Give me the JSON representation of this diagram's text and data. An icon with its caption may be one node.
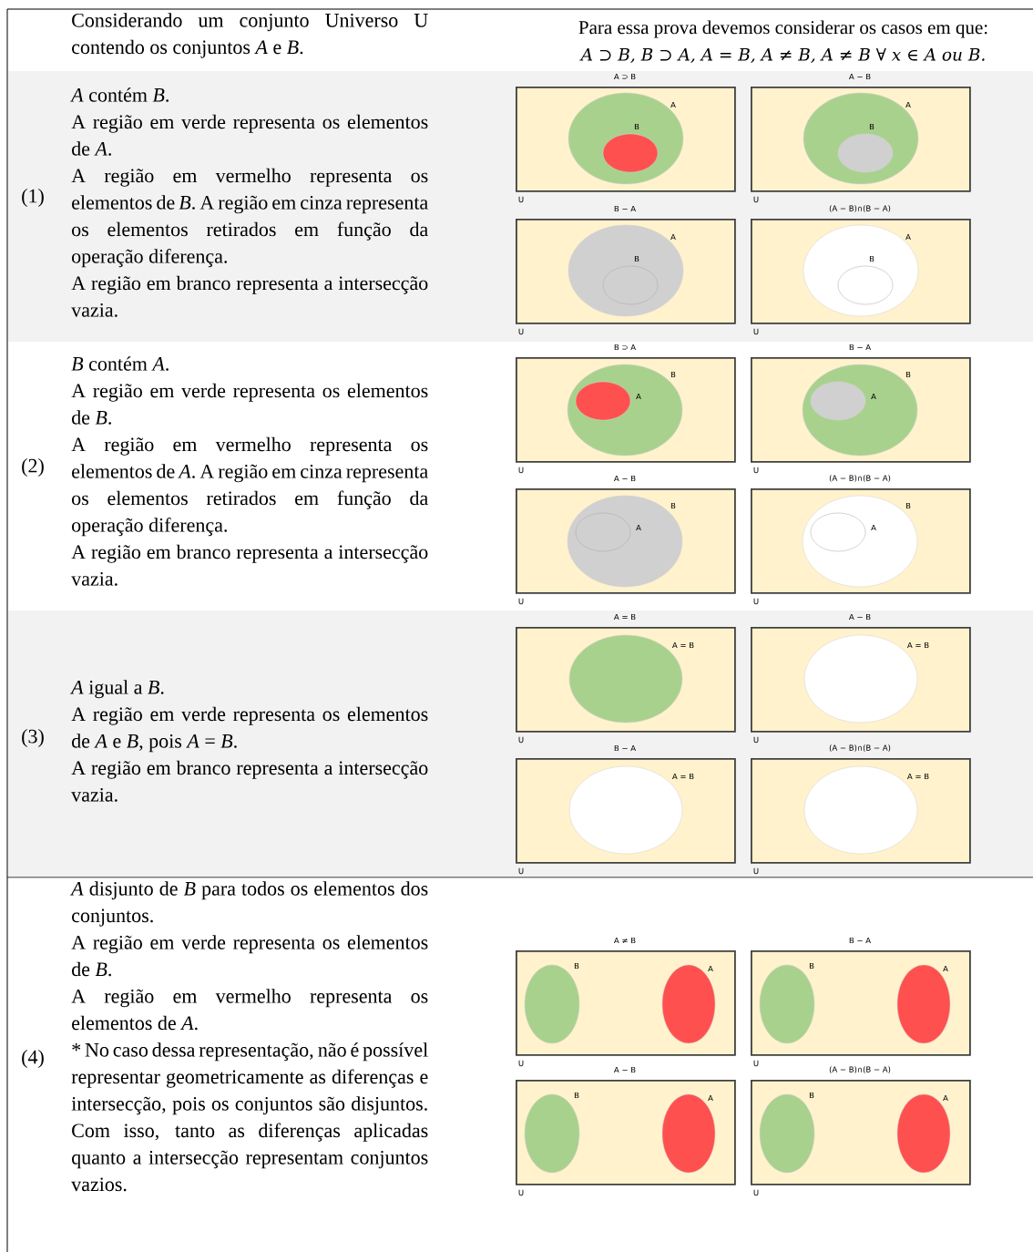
{
  "diagram": {
    "nodes": [
      {
        "text": [
          "A ⊃ B",
          "U"
        ]
      },
      {
        "text": [
          "A"
        ],
        "in": 0
      },
      {
        "text": [
          "B"
        ],
        "in": 1
      },
      {
        "text": [
          "A − B",
          "U"
        ]
      },
      {
        "text": [
          "A"
        ],
        "in": 3
      },
      {
        "text": [
          "B"
        ],
        "in": 4
      },
      {
        "text": [
          "B − A",
          "U"
        ]
      },
      {
        "text": [
          "A"
        ],
        "in": 6
      },
      {
        "text": [
          "B"
        ],
        "in": 7
      },
      {
        "text": [
          "(A − B)∩(B − A)",
          "U"
        ]
      },
      {
        "text": [
          "A"
        ],
        "in": 9
      },
      {
        "text": [
          "B"
        ],
        "in": 10
      },
      {
        "text": [
          "B ⊃ A",
          "U"
        ]
      },
      {
        "text": [
          "B"
        ],
        "in": 12
      },
      {
        "text": [
          "A"
        ],
        "in": 13
      },
      {
        "text": [
          "B − A",
          "U"
        ]
      },
      {
        "text": [
          "B"
        ],
        "in": 15
      },
      {
        "text": [
          "A"
        ],
        "in": 16
      },
      {
        "text": [
          "A − B",
          "U"
        ]
      },
      {
        "text": [
          "B"
        ],
        "in": 18
      },
      {
        "text": [
          "A"
        ],
        "in": 19
      },
      {
        "text": [
          "(A − B)∩(B − A)",
          "U"
        ]
      },
      {
        "text": [
          "B"
        ],
        "in": 21
      },
      {
        "text": [
          "A"
        ],
        "in": 22
      },
      {
        "text": [
          "A = B",
          "U"
        ]
      },
      {
        "text": [
          "A = B"
        ],
        "in": 24
      },
      {
        "text": [
          "A − B",
          "U"
        ]
      },
      {
        "text": [
          "A = B"
        ],
        "in": 26
      },
      {
        "text": [
          "B − A",
          "U"
        ]
      },
      {
        "text": [
          "A = B"
        ],
        "in": 28
      },
      {
        "text": [
          "(A − B)∩(B − A)",
          "U"
        ]
      },
      {
        "text": [
          "A = B"
        ],
        "in": 30
      },
      {
        "text": [
          "A ≠ B",
          "U"
        ]
      },
      {
        "text": [
          "B"
        ],
        "in": 32
      },
      {
        "text": [
          "A"
        ],
        "in": 32
      },
      {
        "text": [
          "B − A",
          "U"
        ]
      },
      {
        "text": [
          "B"
        ],
        "in": 35
      },
      {
        "text": [
          "A"
        ],
        "in": 35
      },
      {
        "text": [
          "A − B",
          "U"
        ]
      },
      {
        "text": [
          "B"
        ],
        "in": 38
      },
      {
        "text": [
          "A"
        ],
        "in": 38
      },
      {
        "text": [
          "(A − B)∩(B − A)",
          "U"
        ]
      },
      {
        "text": [
          "B"
        ],
        "in": 41
      },
      {
        "text": [
          "A"
        ],
        "in": 41
      }
    ],
    "labels": [
      "Considerando um conjunto Universo U contendo os conjuntos *A* e *B*.",
      "Para essa prova devemos considerar os casos em que:",
      "A ⊃ B, B ⊃ A, A = B, A ≠ B, A ≠ B ∀ x  ∈ A ou B.",
      "(1)",
      "*A* contém *B*.",
      "A região em verde representa os elementos de *A*.",
      "A região em vermelho representa os elementos de *B*. A região em cinza representa os elementos retirados em função da operação diferença.",
      "A região em branco representa a intersecção vazia.",
      "(2)",
      "*B* contém *A*.",
      "A região em verde representa os elementos de *B*.",
      "A região em vermelho representa os elementos de *A*. A região em cinza representa os elementos retirados em função da operação diferença.",
      "A região em branco representa a intersecção vazia.",
      "(3)",
      "*A* igual a *B*.",
      "A região em verde representa os elementos de *A* e *B*, pois *A* = *B*.",
      "A região em branco representa a intersecção vazia.",
      "(4)",
      "*A* disjunto de *B* para todos os elementos dos conjuntos.",
      "A região em verde representa os elementos de *B*.",
      "A região em vermelho representa os elementos de *A*.",
      "* No caso dessa representação, não é possível representar geometricamente as diferenças e intersecção, pois os conjuntos são disjuntos. Com isso, tanto as diferenças aplicadas quanto a intersecção representam conjuntos vazios."
    ]
  }
}
